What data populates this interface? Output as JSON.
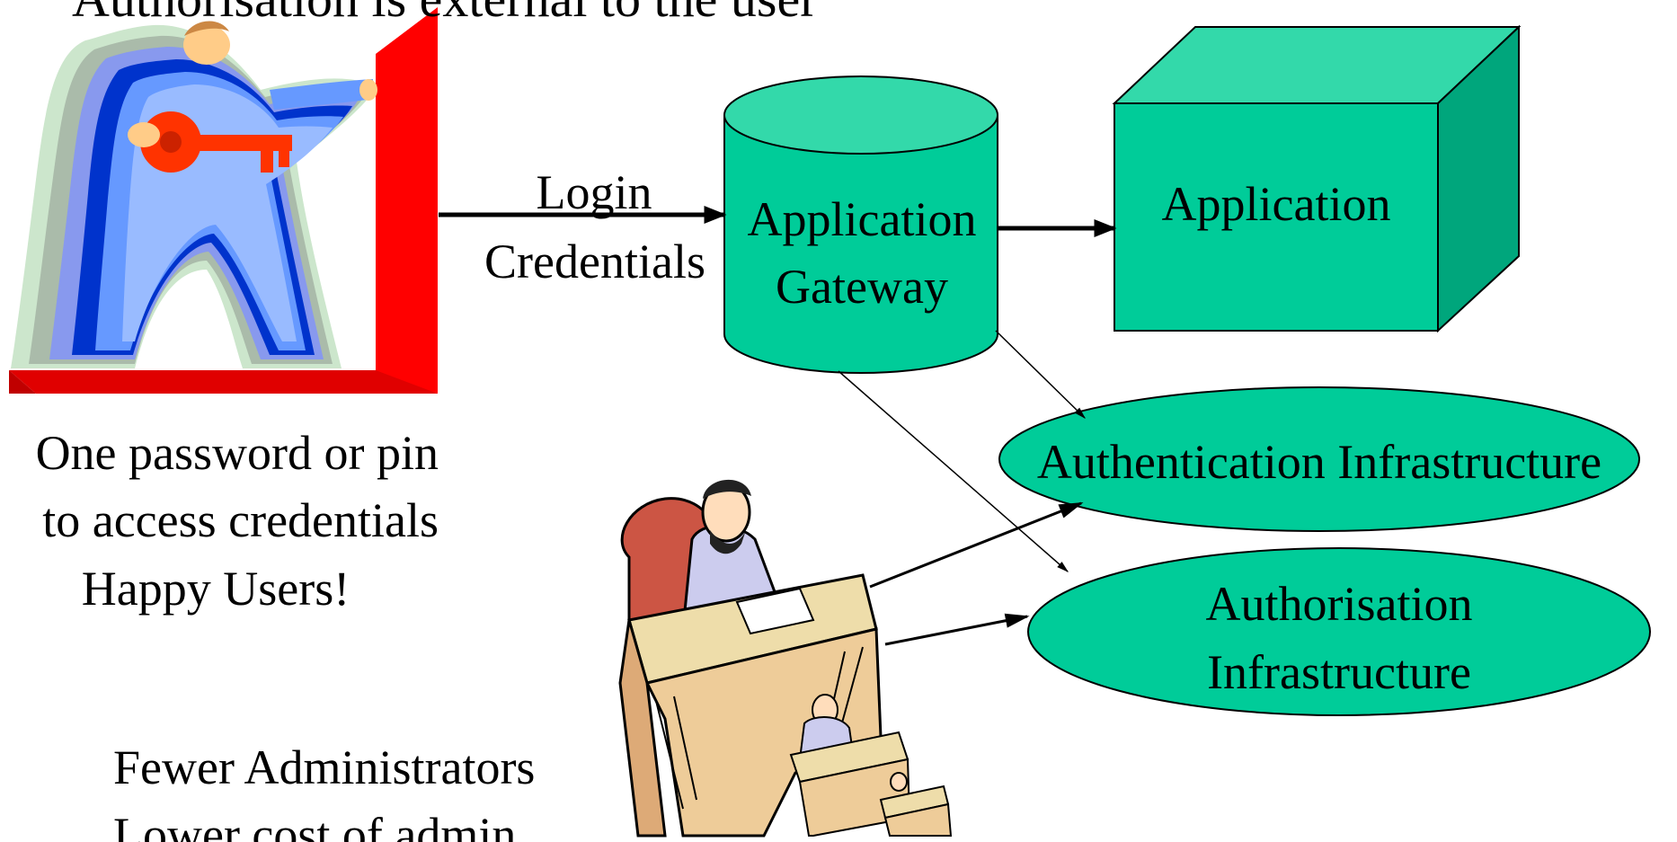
{
  "heading": "Authorisation is external to the user",
  "edge_labels": {
    "login_line1": "Login",
    "login_line2": "Credentials"
  },
  "nodes": {
    "gateway": {
      "line1": "Application",
      "line2": "Gateway"
    },
    "application": {
      "label": "Application"
    },
    "authentication": {
      "label": "Authentication Infrastructure"
    },
    "authorisation": {
      "line1": "Authorisation",
      "line2": "Infrastructure"
    }
  },
  "notes": {
    "user_line1": "One password or pin",
    "user_line2": "to access credentials",
    "user_line3": "Happy Users!",
    "admin_line1": "Fewer Administrators",
    "admin_line2": "Lower cost of admin"
  },
  "images": {
    "user": "person-with-key-clipart",
    "admin": "administrators-at-desks-clipart"
  },
  "colors": {
    "node_fill": "#00CC99",
    "node_fill_light": "#33D9AA",
    "node_fill_dark": "#00A67C",
    "door_red": "#FF0000",
    "person_blue": "#0033CC"
  }
}
